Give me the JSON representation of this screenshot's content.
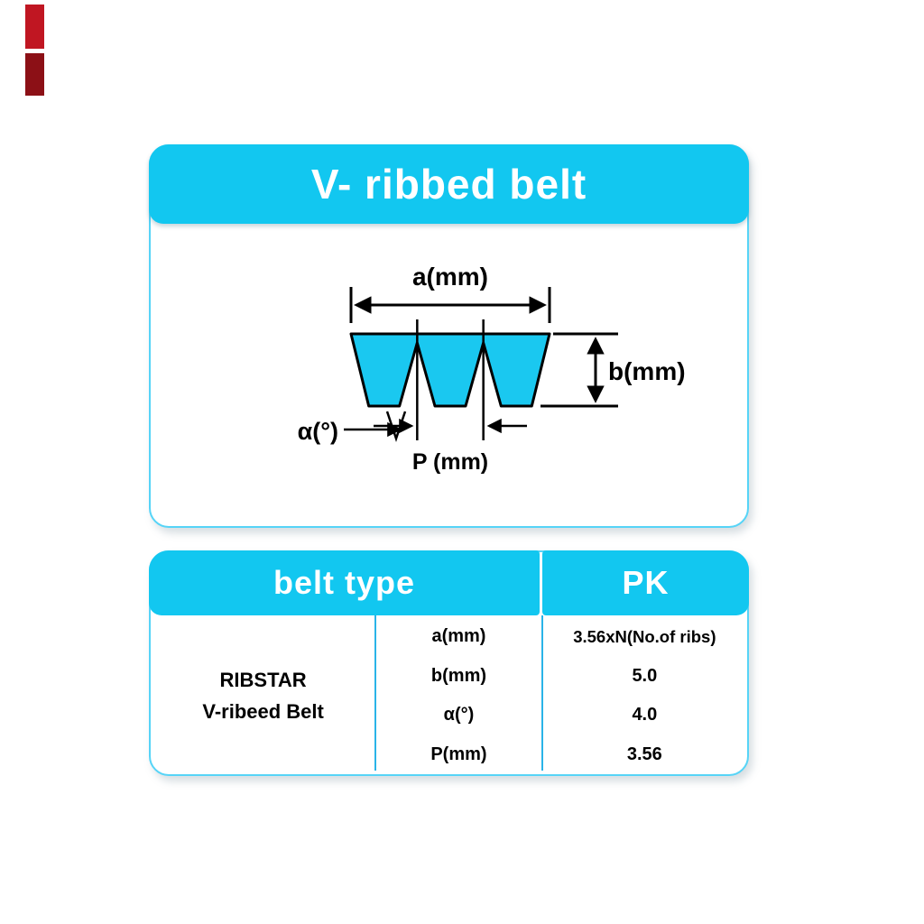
{
  "colors": {
    "accent": "#12c7f0",
    "card_border": "#56d4f7",
    "divider": "#2ab4e8",
    "rib_fill": "#1ac8f0",
    "artifact_red_top": "#c01622",
    "artifact_red_bottom": "#8c1016"
  },
  "diagram_card": {
    "title": "V- ribbed belt",
    "labels": {
      "a": "a(mm)",
      "b": "b(mm)",
      "alpha": "α(°)",
      "p": "P (mm)"
    }
  },
  "table_card": {
    "header": {
      "belt_type": "belt type",
      "pk": "PK"
    },
    "belt_name": {
      "line1": "RIBSTAR",
      "line2": "V-ribeed Belt"
    },
    "rows": [
      {
        "param": "a(mm)",
        "value": "3.56xN(No.of ribs)"
      },
      {
        "param": "b(mm)",
        "value": "5.0"
      },
      {
        "param": "α(°)",
        "value": "4.0"
      },
      {
        "param": "P(mm)",
        "value": "3.56"
      }
    ]
  }
}
